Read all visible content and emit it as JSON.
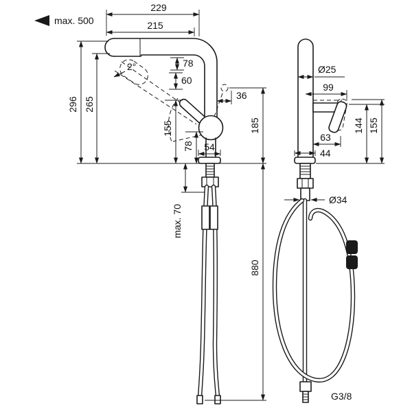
{
  "drawing": {
    "kind": "faucet installation dimension drawing",
    "colors": {
      "ink": "#1a1a1a",
      "background": "#ffffff"
    },
    "front_view": {
      "max_pullout": "max. 500",
      "dim_229": "229",
      "dim_215": "215",
      "dim_angle": "2°",
      "dim_78_upper": "78",
      "dim_60": "60",
      "dim_296": "296",
      "dim_265": "265",
      "dim_36": "36",
      "dim_155": "155",
      "dim_185": "185",
      "dim_78_lower": "78",
      "dim_54": "54",
      "dim_max_70": "max. 70",
      "dim_880": "880"
    },
    "side_view": {
      "dim_dia_25": "Ø25",
      "dim_99": "99",
      "dim_144": "144",
      "dim_155": "155",
      "dim_63": "63",
      "dim_44": "44",
      "dim_dia_34": "Ø34",
      "dim_thread": "G3/8"
    }
  }
}
